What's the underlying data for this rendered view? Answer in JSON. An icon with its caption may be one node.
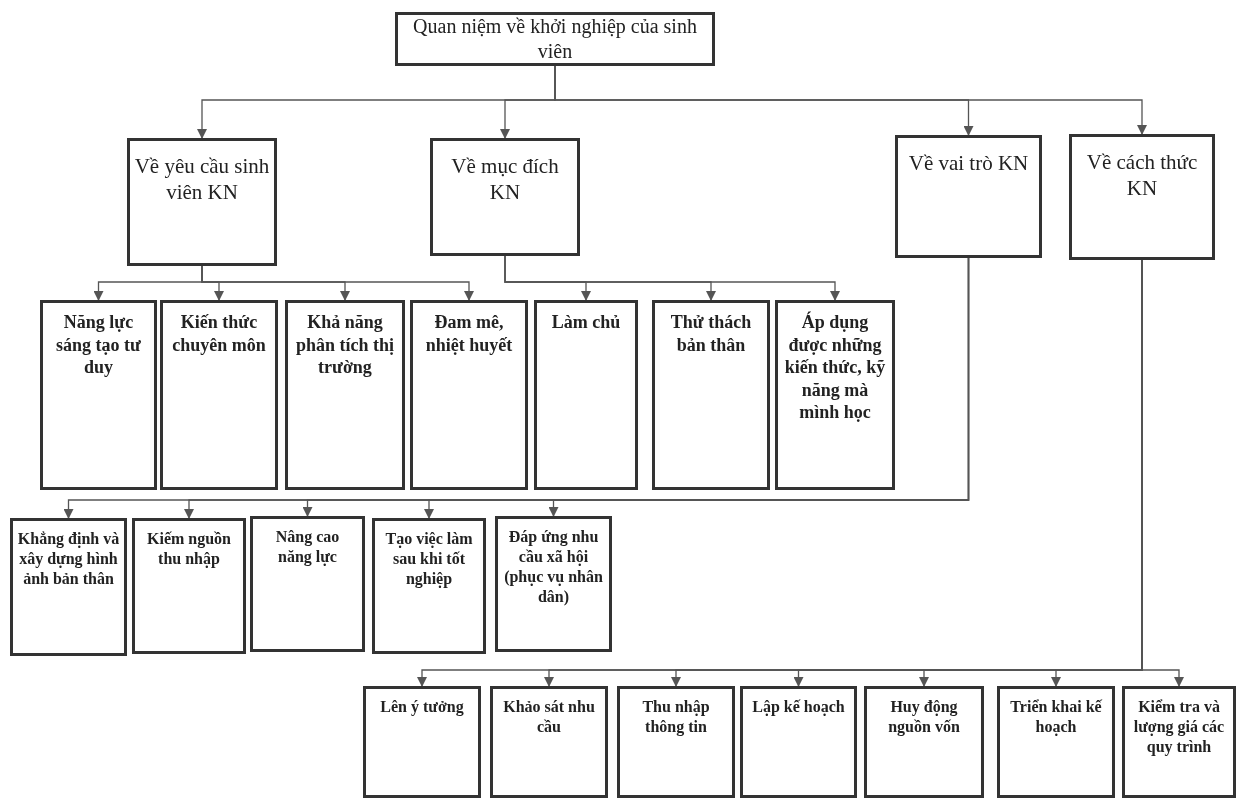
{
  "diagram": {
    "nodes": [
      {
        "text": [
          "Quan niệm về khởi nghiệp của sinh viên"
        ]
      },
      {
        "text": [
          "Về yêu cầu sinh viên KN"
        ]
      },
      {
        "text": [
          "Về mục đích KN"
        ]
      },
      {
        "text": [
          "Về vai trò KN"
        ]
      },
      {
        "text": [
          "Về cách thức KN"
        ]
      },
      {
        "text": [
          "Năng lực sáng tạo tư duy"
        ]
      },
      {
        "text": [
          "Kiến thức chuyên môn"
        ]
      },
      {
        "text": [
          "Khả năng phân tích thị trường"
        ]
      },
      {
        "text": [
          "Đam mê, nhiệt huyết"
        ]
      },
      {
        "text": [
          "Làm chủ"
        ]
      },
      {
        "text": [
          "Thử thách bản thân"
        ]
      },
      {
        "text": [
          "Áp dụng được những kiến thức, kỹ năng mà mình học"
        ]
      },
      {
        "text": [
          "Khẳng định và xây dựng hình ảnh bản thân"
        ]
      },
      {
        "text": [
          "Kiếm nguồn thu nhập"
        ]
      },
      {
        "text": [
          "Nâng cao năng lực"
        ]
      },
      {
        "text": [
          "Tạo việc làm sau khi tốt nghiệp"
        ]
      },
      {
        "text": [
          "Đáp ứng nhu cầu xã hội (phục vụ nhân dân)"
        ]
      },
      {
        "text": [
          "Lên ý tưởng"
        ]
      },
      {
        "text": [
          "Khảo sát nhu cầu"
        ]
      },
      {
        "text": [
          "Thu nhập thông tin"
        ]
      },
      {
        "text": [
          "Lập kế hoạch"
        ]
      },
      {
        "text": [
          "Huy động nguồn vốn"
        ]
      },
      {
        "text": [
          "Triển khai kế hoạch"
        ]
      },
      {
        "text": [
          "Kiểm tra và lượng giá các quy trình"
        ]
      }
    ],
    "edges": [
      {
        "from": 0,
        "to": 1,
        "arrow": "to"
      },
      {
        "from": 0,
        "to": 2,
        "arrow": "to"
      },
      {
        "from": 0,
        "to": 3,
        "arrow": "to"
      },
      {
        "from": 0,
        "to": 4,
        "arrow": "to"
      },
      {
        "from": 1,
        "to": 5,
        "arrow": "to"
      },
      {
        "from": 1,
        "to": 6,
        "arrow": "to"
      },
      {
        "from": 1,
        "to": 7,
        "arrow": "to"
      },
      {
        "from": 1,
        "to": 8,
        "arrow": "to"
      },
      {
        "from": 2,
        "to": 9,
        "arrow": "to"
      },
      {
        "from": 2,
        "to": 10,
        "arrow": "to"
      },
      {
        "from": 2,
        "to": 11,
        "arrow": "to"
      },
      {
        "from": 3,
        "to": 12,
        "arrow": "to"
      },
      {
        "from": 3,
        "to": 13,
        "arrow": "to"
      },
      {
        "from": 3,
        "to": 14,
        "arrow": "to"
      },
      {
        "from": 3,
        "to": 15,
        "arrow": "to"
      },
      {
        "from": 3,
        "to": 16,
        "arrow": "to"
      },
      {
        "from": 4,
        "to": 17,
        "arrow": "to"
      },
      {
        "from": 4,
        "to": 18,
        "arrow": "to"
      },
      {
        "from": 4,
        "to": 19,
        "arrow": "to"
      },
      {
        "from": 4,
        "to": 20,
        "arrow": "to"
      },
      {
        "from": 4,
        "to": 21,
        "arrow": "to"
      },
      {
        "from": 4,
        "to": 22,
        "arrow": "to"
      },
      {
        "from": 4,
        "to": 23,
        "arrow": "to"
      }
    ]
  }
}
